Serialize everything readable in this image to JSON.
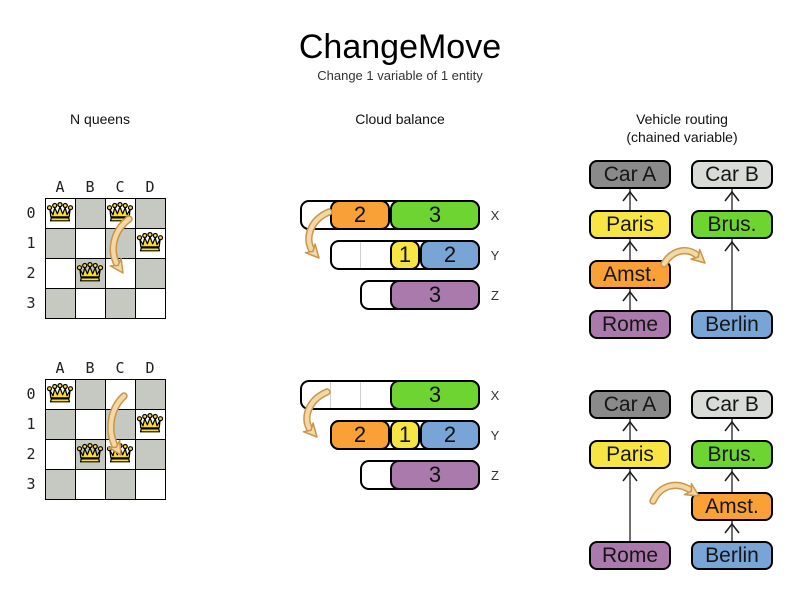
{
  "title": "ChangeMove",
  "subtitle": "Change 1 variable of 1 entity",
  "headers": {
    "nqueens": "N queens",
    "cloud": "Cloud balance",
    "routing_line1": "Vehicle routing",
    "routing_line2": "(chained variable)"
  },
  "palette": {
    "orange": "#f9a136",
    "green": "#6ed431",
    "yellow": "#f6e544",
    "blue": "#78a4d6",
    "purple": "#a97aab",
    "carA": "#8a8a8a",
    "carB": "#d9dbd6",
    "board_dark": "#c5c9c1",
    "queen_yellow": "#fbdf2b",
    "arrow_fill": "#f3d8a4",
    "arrow_stroke": "#c9954d"
  },
  "nqueens": {
    "columns": [
      "A",
      "B",
      "C",
      "D"
    ],
    "rows": [
      "0",
      "1",
      "2",
      "3"
    ],
    "boards": [
      {
        "queens": [
          {
            "col": "A",
            "row": 0
          },
          {
            "col": "C",
            "row": 0
          },
          {
            "col": "D",
            "row": 1
          },
          {
            "col": "B",
            "row": 2
          }
        ],
        "move": {
          "from": "C0",
          "to": "C2"
        }
      },
      {
        "queens": [
          {
            "col": "A",
            "row": 0
          },
          {
            "col": "D",
            "row": 1
          },
          {
            "col": "B",
            "row": 2
          },
          {
            "col": "C",
            "row": 2
          }
        ],
        "move": {
          "from": "C0",
          "to": "C2"
        }
      }
    ]
  },
  "cloud": {
    "states": [
      {
        "rows": [
          {
            "label": "X",
            "capacity": 6,
            "blocks": [
              {
                "value": "2",
                "color": "orange",
                "offset": 1,
                "size": 2
              },
              {
                "value": "3",
                "color": "green",
                "offset": 3,
                "size": 3
              }
            ]
          },
          {
            "label": "Y",
            "capacity": 5,
            "blocks": [
              {
                "value": "1",
                "color": "yellow",
                "offset": 2,
                "size": 1
              },
              {
                "value": "2",
                "color": "blue",
                "offset": 3,
                "size": 2
              }
            ]
          },
          {
            "label": "Z",
            "capacity": 4,
            "blocks": [
              {
                "value": "3",
                "color": "purple",
                "offset": 1,
                "size": 3
              }
            ]
          }
        ],
        "move": {
          "from": "X",
          "to": "Y"
        }
      },
      {
        "rows": [
          {
            "label": "X",
            "capacity": 6,
            "blocks": [
              {
                "value": "3",
                "color": "green",
                "offset": 3,
                "size": 3
              }
            ]
          },
          {
            "label": "Y",
            "capacity": 5,
            "blocks": [
              {
                "value": "2",
                "color": "orange",
                "offset": 0,
                "size": 2
              },
              {
                "value": "1",
                "color": "yellow",
                "offset": 2,
                "size": 1
              },
              {
                "value": "2",
                "color": "blue",
                "offset": 3,
                "size": 2
              }
            ]
          },
          {
            "label": "Z",
            "capacity": 4,
            "blocks": [
              {
                "value": "3",
                "color": "purple",
                "offset": 1,
                "size": 3
              }
            ]
          }
        ],
        "move": {
          "from": "X",
          "to": "Y"
        }
      }
    ]
  },
  "routing": {
    "states": [
      {
        "chains": [
          {
            "vehicle": "Car A",
            "nodes": [
              {
                "label": "Car A",
                "color": "carA",
                "slot": 0
              },
              {
                "label": "Paris",
                "color": "yellow",
                "slot": 1
              },
              {
                "label": "Amst.",
                "color": "orange",
                "slot": 2
              },
              {
                "label": "Rome",
                "color": "purple",
                "slot": 3
              }
            ]
          },
          {
            "vehicle": "Car B",
            "nodes": [
              {
                "label": "Car B",
                "color": "carB",
                "slot": 0
              },
              {
                "label": "Brus.",
                "color": "green",
                "slot": 1
              },
              {
                "label": "Berlin",
                "color": "blue",
                "slot": 3
              }
            ]
          }
        ],
        "move": {
          "moved": "Amst.",
          "from": "Car A",
          "to": "Car B"
        }
      },
      {
        "chains": [
          {
            "vehicle": "Car A",
            "nodes": [
              {
                "label": "Car A",
                "color": "carA",
                "slot": 0
              },
              {
                "label": "Paris",
                "color": "yellow",
                "slot": 1
              },
              {
                "label": "Rome",
                "color": "purple",
                "slot": 3
              }
            ]
          },
          {
            "vehicle": "Car B",
            "nodes": [
              {
                "label": "Car B",
                "color": "carB",
                "slot": 0
              },
              {
                "label": "Brus.",
                "color": "green",
                "slot": 1
              },
              {
                "label": "Amst.",
                "color": "orange",
                "slot": 2
              },
              {
                "label": "Berlin",
                "color": "blue",
                "slot": 3
              }
            ]
          }
        ],
        "move": {
          "moved": "Amst.",
          "from": "Car A",
          "to": "Car B"
        }
      }
    ]
  }
}
